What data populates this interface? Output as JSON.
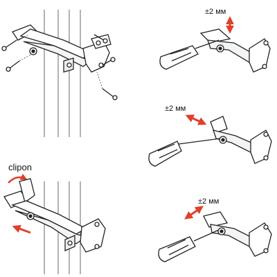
{
  "labels": {
    "clipon": "clipon",
    "adjust_vertical": "±2 мм",
    "adjust_side": "±2 мм",
    "adjust_depth": "±2 мм"
  },
  "colors": {
    "arrow": "#e0402a",
    "line": "#222222"
  },
  "icons": {
    "screw": "screw-icon",
    "screwdriver": "screwdriver-icon",
    "hinge": "hinge-icon",
    "arrow": "arrow-icon"
  }
}
